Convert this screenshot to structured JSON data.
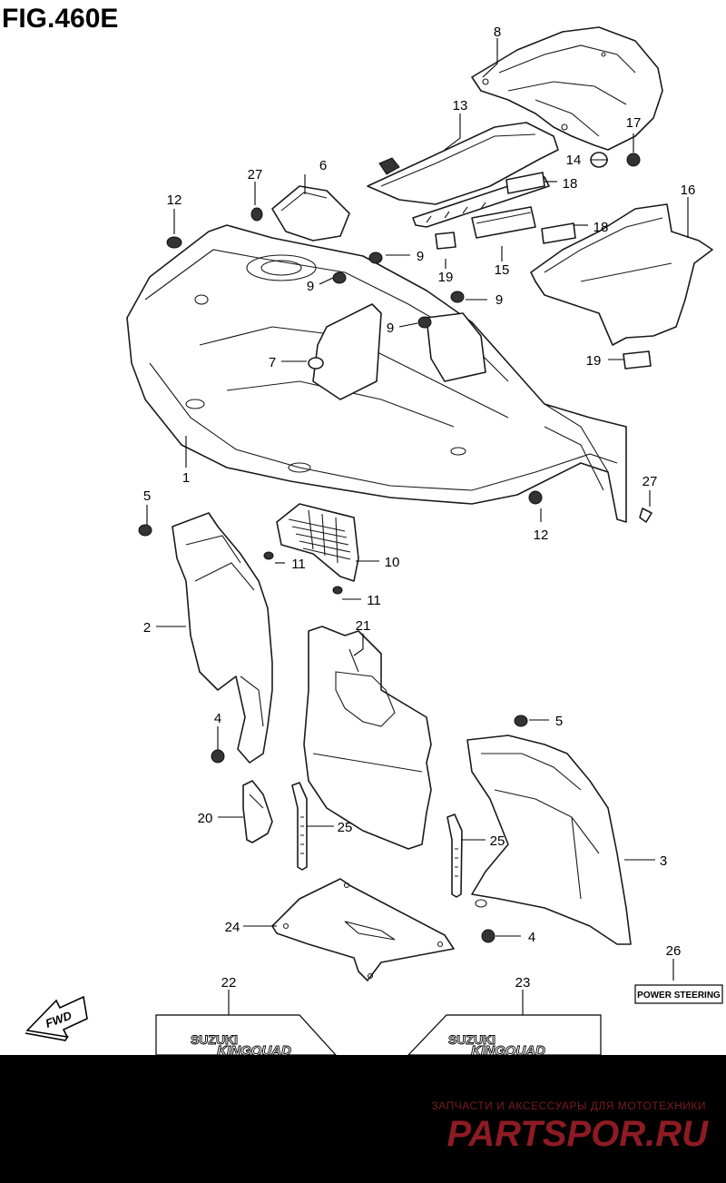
{
  "figure": {
    "title": "FIG.460E"
  },
  "fwd_label": "FWD",
  "callouts": [
    {
      "id": "c8",
      "text": "8"
    },
    {
      "id": "c13",
      "text": "13"
    },
    {
      "id": "c17",
      "text": "17"
    },
    {
      "id": "c14",
      "text": "14"
    },
    {
      "id": "c18a",
      "text": "18"
    },
    {
      "id": "c18b",
      "text": "18"
    },
    {
      "id": "c16",
      "text": "16"
    },
    {
      "id": "c6",
      "text": "6"
    },
    {
      "id": "c27a",
      "text": "27"
    },
    {
      "id": "c12a",
      "text": "12"
    },
    {
      "id": "c9a",
      "text": "9"
    },
    {
      "id": "c9b",
      "text": "9"
    },
    {
      "id": "c9c",
      "text": "9"
    },
    {
      "id": "c9d",
      "text": "9"
    },
    {
      "id": "c19a",
      "text": "19"
    },
    {
      "id": "c15",
      "text": "15"
    },
    {
      "id": "c19b",
      "text": "19"
    },
    {
      "id": "c7",
      "text": "7"
    },
    {
      "id": "c1",
      "text": "1"
    },
    {
      "id": "c27b",
      "text": "27"
    },
    {
      "id": "c12b",
      "text": "12"
    },
    {
      "id": "c5a",
      "text": "5"
    },
    {
      "id": "c10",
      "text": "10"
    },
    {
      "id": "c11a",
      "text": "11"
    },
    {
      "id": "c11b",
      "text": "11"
    },
    {
      "id": "c2",
      "text": "2"
    },
    {
      "id": "c21",
      "text": "21"
    },
    {
      "id": "c5b",
      "text": "5"
    },
    {
      "id": "c4a",
      "text": "4"
    },
    {
      "id": "c3",
      "text": "3"
    },
    {
      "id": "c20",
      "text": "20"
    },
    {
      "id": "c25a",
      "text": "25"
    },
    {
      "id": "c25b",
      "text": "25"
    },
    {
      "id": "c24",
      "text": "24"
    },
    {
      "id": "c4b",
      "text": "4"
    },
    {
      "id": "c26",
      "text": "26"
    },
    {
      "id": "c22",
      "text": "22"
    },
    {
      "id": "c23",
      "text": "23"
    }
  ],
  "decals": {
    "power_steering": "POWER STEERING",
    "brand": "SUZUKI",
    "model": "KINGQUAD"
  },
  "banner": {
    "tagline": "ЗАПЧАСТИ И АКСЕССУАРЫ ДЛЯ МОТОТЕХНИКИ",
    "logo": "PARTSPOR.RU",
    "colors": {
      "background": "#000000",
      "accent": "#8e1b24"
    }
  }
}
